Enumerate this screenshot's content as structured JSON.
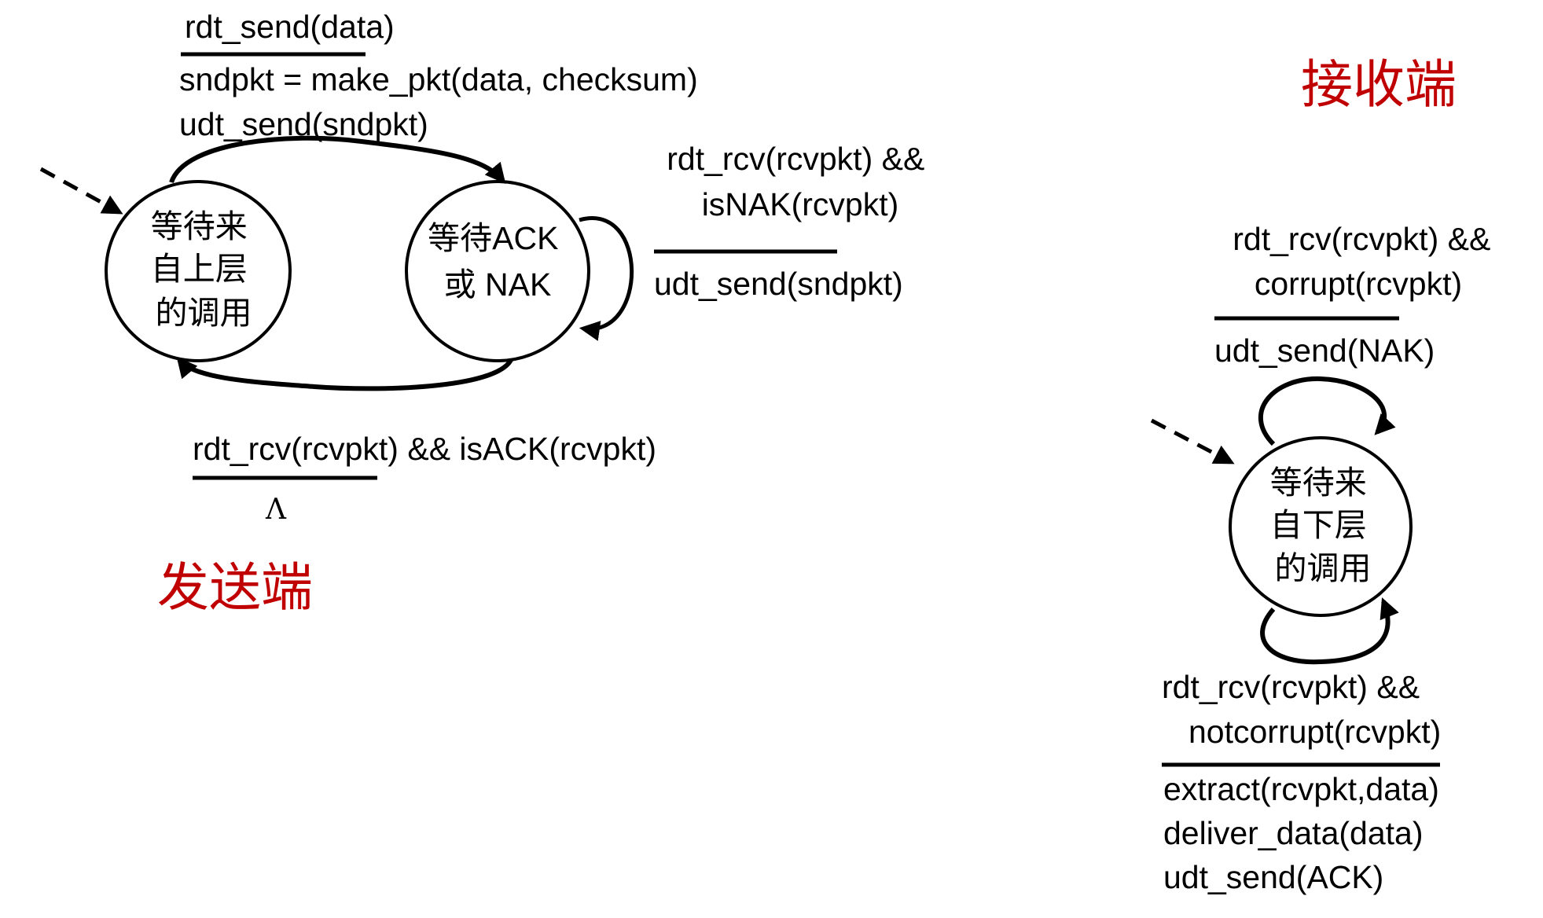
{
  "sender": {
    "side_label": "发送端",
    "state_wait_call": [
      "等待来",
      "自上层",
      "的调用"
    ],
    "state_wait_ack": [
      "等待ACK",
      "或 NAK"
    ],
    "transition_send": {
      "event": "rdt_send(data)",
      "actions": [
        "sndpkt = make_pkt(data, checksum)",
        "udt_send(sndpkt)"
      ]
    },
    "transition_nak": {
      "event": [
        "rdt_rcv(rcvpkt) &&",
        "isNAK(rcvpkt)"
      ],
      "actions": [
        "udt_send(sndpkt)"
      ]
    },
    "transition_ack": {
      "event": "rdt_rcv(rcvpkt) && isACK(rcvpkt)",
      "actions": [
        "Λ"
      ]
    }
  },
  "receiver": {
    "side_label": "接收端",
    "state_wait_call": [
      "等待来",
      "自下层",
      "的调用"
    ],
    "transition_corrupt": {
      "event": [
        "rdt_rcv(rcvpkt) &&",
        "corrupt(rcvpkt)"
      ],
      "actions": [
        "udt_send(NAK)"
      ]
    },
    "transition_ok": {
      "event": [
        "rdt_rcv(rcvpkt) &&",
        "notcorrupt(rcvpkt)"
      ],
      "actions": [
        "extract(rcvpkt,data)",
        "deliver_data(data)",
        "udt_send(ACK)"
      ]
    }
  }
}
